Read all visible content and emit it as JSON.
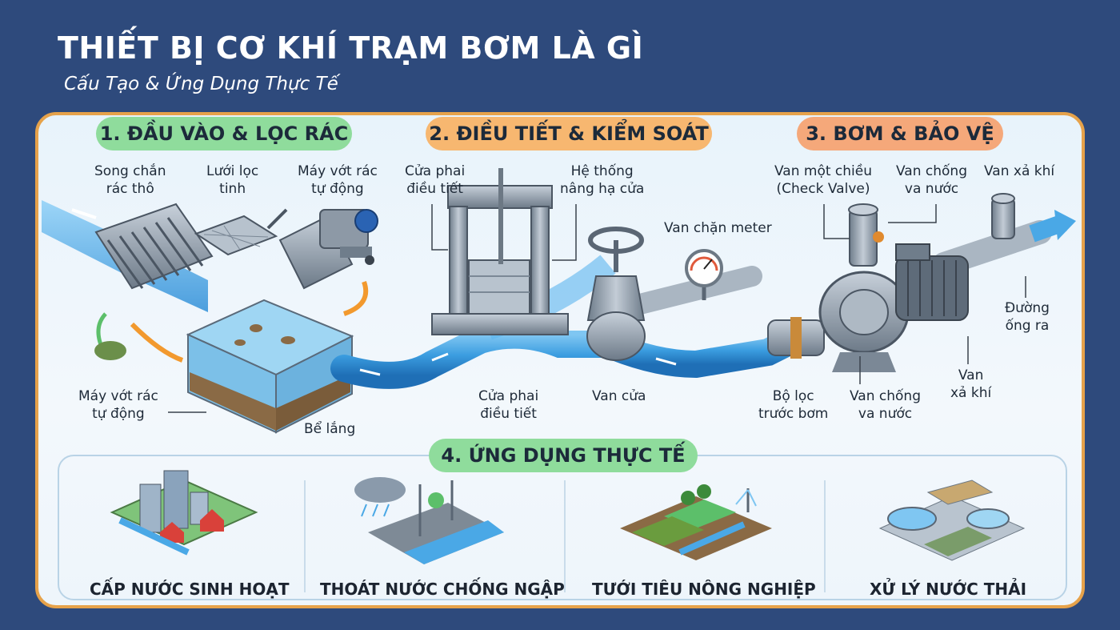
{
  "header": {
    "title": "THIẾT BỊ CƠ KHÍ TRẠM BƠM LÀ GÌ",
    "subtitle": "Cấu Tạo & Ứng Dụng Thực Tế"
  },
  "stages": [
    {
      "label": "1. ĐẦU VÀO & LỌC RÁC",
      "color": "#8fdc9c"
    },
    {
      "label": "2. ĐIỀU TIẾT & KIỂM SOÁT",
      "color": "#f7b770"
    },
    {
      "label": "3. BƠM & BẢO VỆ",
      "color": "#f5a87a"
    },
    {
      "label": "4. ỨNG DỤNG THỰC TẾ",
      "color": "#8fdc9c"
    }
  ],
  "labels": {
    "song_chan": [
      "Song chắn",
      "rác thô"
    ],
    "luoi_loc": [
      "Lưới lọc",
      "tinh"
    ],
    "may_vot_top": [
      "Máy vớt rác",
      "tự động"
    ],
    "may_vot_left": [
      "Máy vớt rác",
      "tự động"
    ],
    "be_lang": "Bể lắng",
    "cua_phai_top": [
      "Cửa phai",
      "điều tiết"
    ],
    "he_thong": [
      "Hệ thống",
      "nâng hạ cửa"
    ],
    "van_chan": "Van chặn meter",
    "cua_phai_bottom": [
      "Cửa phai",
      "điều tiết"
    ],
    "van_cua": "Van cửa",
    "van_mot_chieu": [
      "Van một chiều",
      "(Check Valve)"
    ],
    "van_chong_top": [
      "Van chống",
      "va nước"
    ],
    "van_xa_top": "Van xả khí",
    "duong_ong": [
      "Đường",
      "ống ra"
    ],
    "van_xa_right": [
      "Van",
      "xả khí"
    ],
    "bo_loc": [
      "Bộ lọc",
      "trước bơm"
    ],
    "van_chong_bottom": [
      "Van chống",
      "va nước"
    ]
  },
  "applications": [
    {
      "label": "CẤP NƯỚC SINH HOẠT",
      "icon": "city-icon"
    },
    {
      "label": "THOÁT NƯỚC CHỐNG NGẬP",
      "icon": "road-drainage-icon"
    },
    {
      "label": "TƯỚI TIÊU NÔNG NGHIỆP",
      "icon": "farm-irrigation-icon"
    },
    {
      "label": "XỬ LÝ NƯỚC THẢI",
      "icon": "wastewater-plant-icon"
    }
  ],
  "colors": {
    "background": "#2e4a7c",
    "panel_border": "#e6a24a",
    "water": "#4aa8e6",
    "metal": "#9aa7b4"
  }
}
